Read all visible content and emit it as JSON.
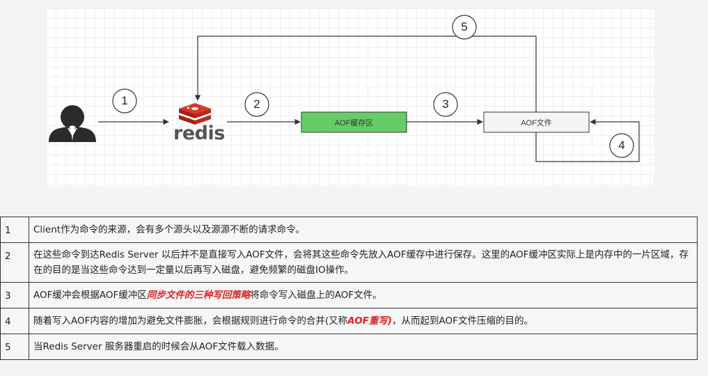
{
  "diagram": {
    "redis_logo_text": "redis",
    "buffer_label": "AOF缓存区",
    "file_label": "AOF文件",
    "steps": [
      "1",
      "2",
      "3",
      "4",
      "5"
    ],
    "colors": {
      "buffer_fill": "#66cc66",
      "file_fill": "#f5f5f5",
      "redis_red": "#cc2a1f",
      "user_dark": "#2b2b2b"
    }
  },
  "table": {
    "rows": [
      {
        "num": "1",
        "text": "Client作为命令的来源，会有多个源头以及源源不断的请求命令。"
      },
      {
        "num": "2",
        "text": "在这些命令到达Redis Server 以后并不是直接写入AOF文件，会将其这些命令先放入AOF缓存中进行保存。这里的AOF缓冲区实际上是内存中的一片区域，存在的目的是当这些命令达到一定量以后再写入磁盘，避免频繁的磁盘IO操作。"
      },
      {
        "num": "3",
        "pre": "AOF缓冲会根据AOF缓冲区",
        "emph": "同步文件的三种写回策略",
        "post": "将命令写入磁盘上的AOF文件。"
      },
      {
        "num": "4",
        "pre": "随着写入AOF内容的增加为避免文件膨胀，会根据规则进行命令的合并(又称",
        "emph": "AOF重写)",
        "post": "，从而起到AOF文件压缩的目的。"
      },
      {
        "num": "5",
        "text": "当Redis Server 服务器重启的时候会从AOF文件载入数据。"
      }
    ]
  }
}
